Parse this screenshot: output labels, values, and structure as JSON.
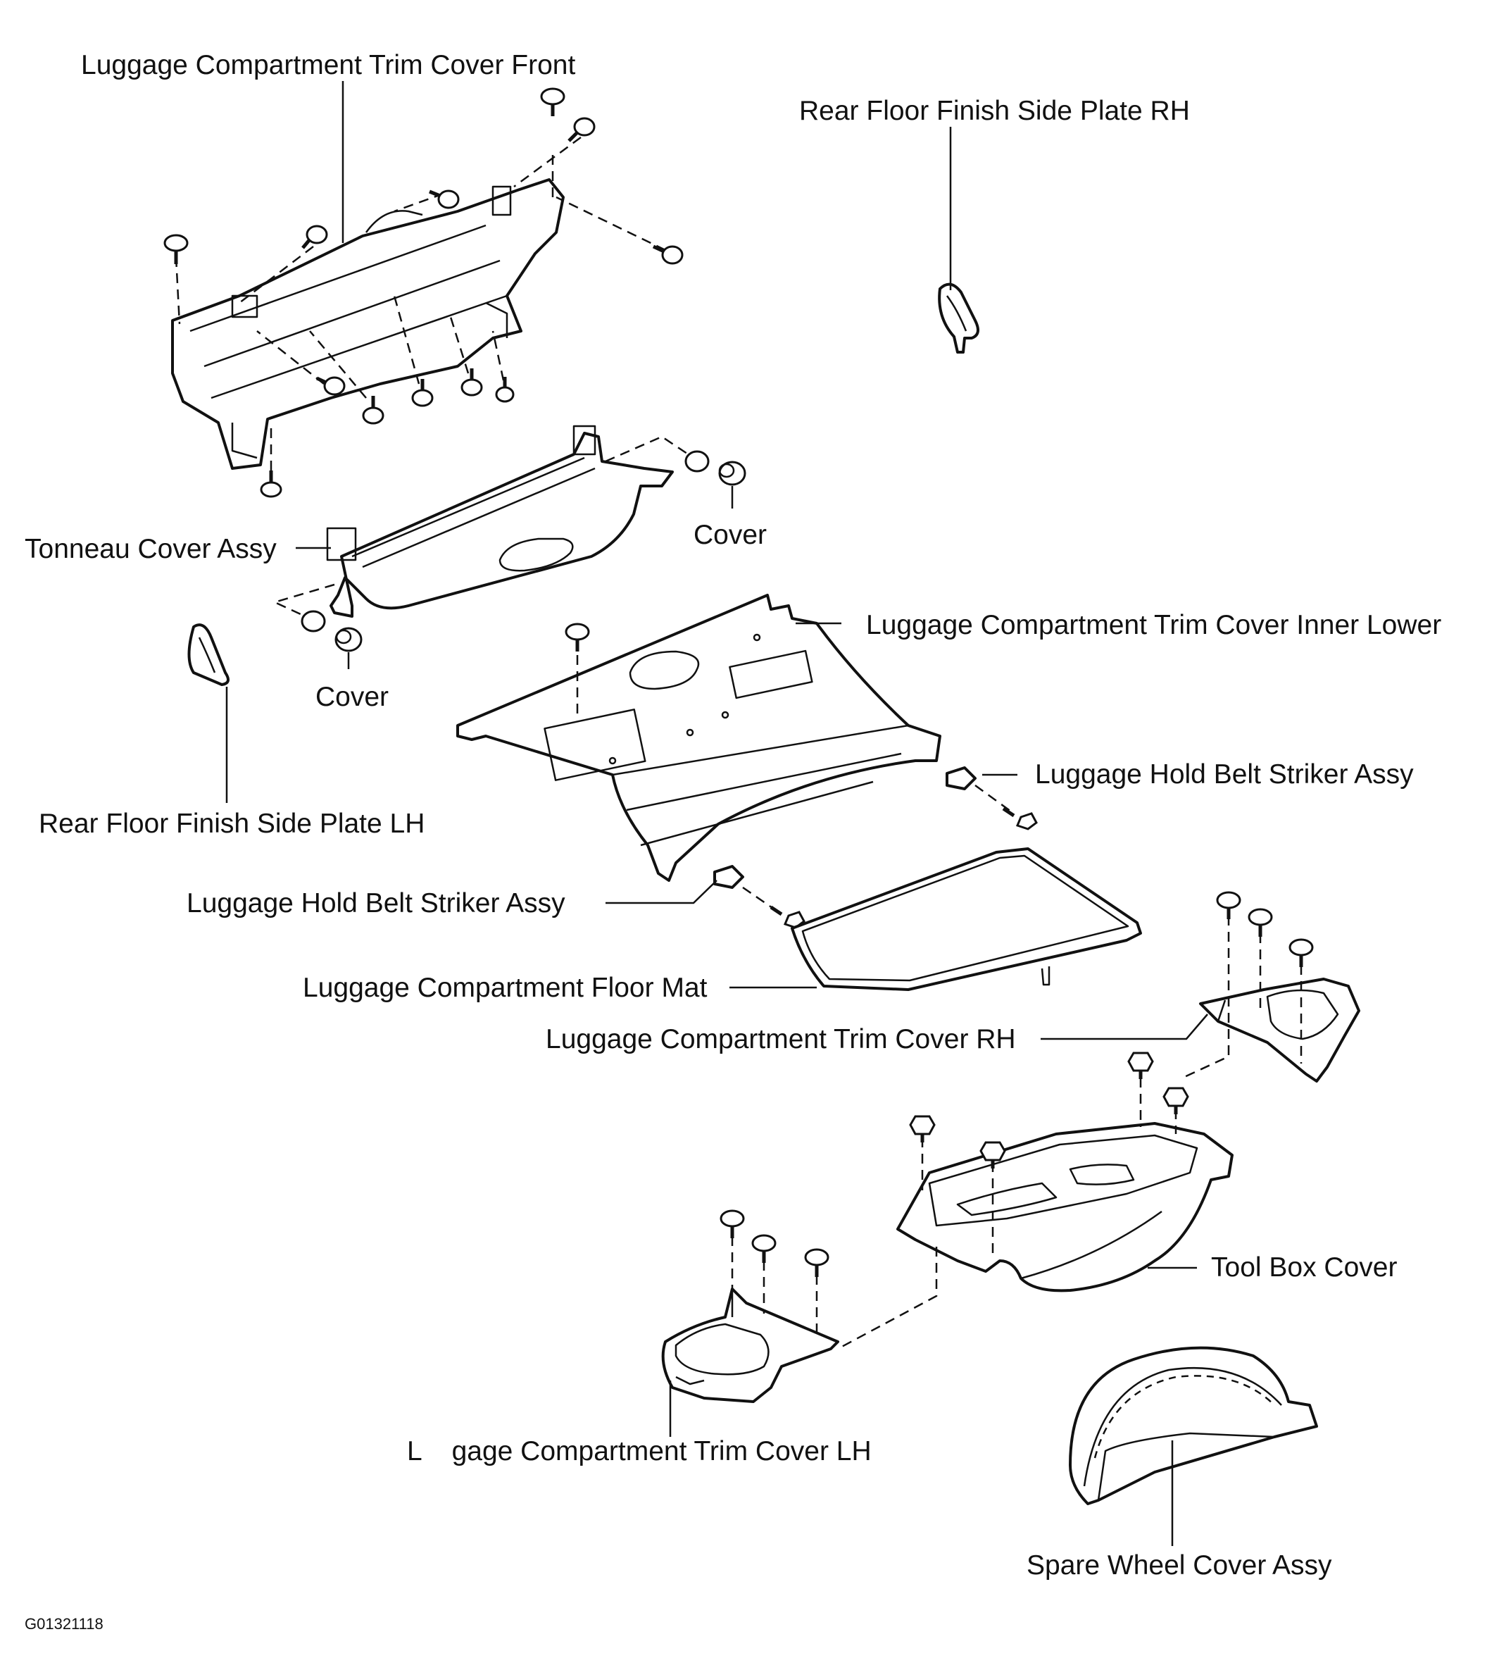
{
  "figure_code": "G01321118",
  "labels": {
    "trim_cover_front": "Luggage Compartment Trim Cover Front",
    "side_plate_rh": "Rear Floor Finish Side Plate RH",
    "tonneau_cover": "Tonneau Cover Assy",
    "cover_right": "Cover",
    "cover_left": "Cover",
    "trim_cover_inner_lower": "Luggage Compartment Trim Cover Inner Lower",
    "hold_belt_striker_right": "Luggage Hold Belt Striker Assy",
    "side_plate_lh": "Rear Floor Finish Side Plate LH",
    "hold_belt_striker_left": "Luggage Hold Belt Striker Assy",
    "floor_mat": "Luggage Compartment Floor Mat",
    "trim_cover_rh": "Luggage Compartment Trim Cover RH",
    "tool_box_cover": "Tool Box Cover",
    "trim_cover_lh": "L    gage Compartment Trim Cover LH",
    "spare_wheel_cover": "Spare Wheel Cover Assy"
  }
}
